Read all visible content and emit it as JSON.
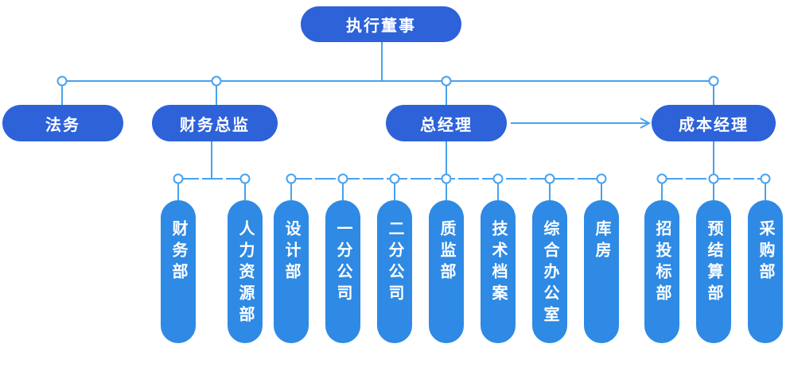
{
  "palette": {
    "node_primary": "#2d62d9",
    "node_secondary": "#2e8ae4",
    "connector": "#49a2ee",
    "text": "#ffffff",
    "background": "#ffffff"
  },
  "org": {
    "root": {
      "label": "执行董事"
    },
    "branches": [
      {
        "label": "法务",
        "children": []
      },
      {
        "label": "财务总监",
        "children": [
          {
            "label": "财务部"
          },
          {
            "label": "人力资源部"
          }
        ]
      },
      {
        "label": "总经理",
        "children": [
          {
            "label": "设计部"
          },
          {
            "label": "一分公司"
          },
          {
            "label": "二分公司"
          },
          {
            "label": "质监部"
          },
          {
            "label": "技术档案"
          },
          {
            "label": "综合办公室"
          },
          {
            "label": "库房"
          }
        ]
      },
      {
        "label": "成本经理",
        "children": [
          {
            "label": "招投标部"
          },
          {
            "label": "预结算部"
          },
          {
            "label": "采购部"
          }
        ]
      }
    ],
    "arrow": {
      "from": "总经理",
      "to": "成本经理"
    }
  }
}
